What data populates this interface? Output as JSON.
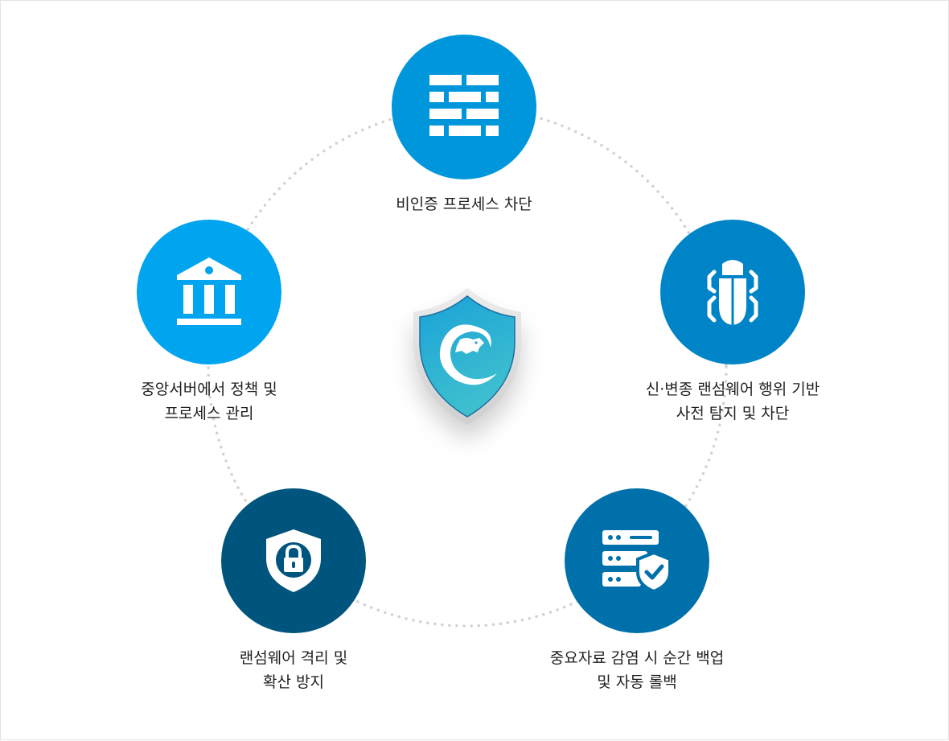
{
  "diagram": {
    "center": {
      "icon": "shield-gecko-logo-icon"
    },
    "nodes": [
      {
        "id": "top",
        "icon": "brick-wall-icon",
        "color": "#0096dc",
        "lines": [
          "비인증 프로세스 차단"
        ]
      },
      {
        "id": "right",
        "icon": "bug-icon",
        "color": "#0084c8",
        "lines": [
          "신·변종 랜섬웨어 행위 기반",
          "사전 탐지 및 차단"
        ]
      },
      {
        "id": "bottom-right",
        "icon": "server-shield-icon",
        "color": "#0070aa",
        "lines": [
          "중요자료 감염 시 순간 백업",
          "및 자동 롤백"
        ]
      },
      {
        "id": "bottom-left",
        "icon": "lock-shield-icon",
        "color": "#00557f",
        "lines": [
          "랜섬웨어 격리 및",
          "확산 방지"
        ]
      },
      {
        "id": "left",
        "icon": "bank-building-icon",
        "color": "#00a4ef",
        "lines": [
          "중앙서버에서 정책 및",
          "프로세스 관리"
        ]
      }
    ]
  }
}
